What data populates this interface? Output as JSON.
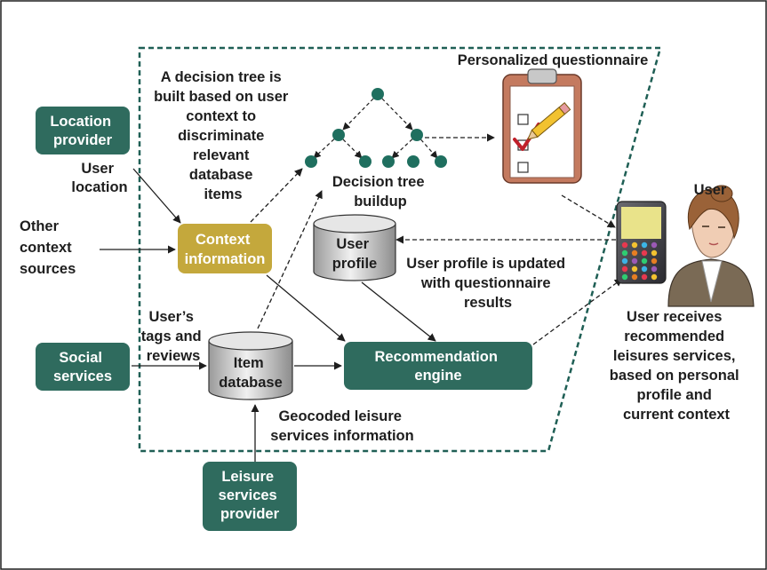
{
  "colors": {
    "teal": "#2f6b5e",
    "gold": "#c4a83c",
    "frame": "#1f5f55",
    "node": "#1f6f5f",
    "check": "#c0202a"
  },
  "boxes": {
    "location_provider": [
      "Location",
      "provider"
    ],
    "social_services": [
      "Social",
      "services"
    ],
    "leisure_provider": [
      "Leisure",
      "services",
      "provider"
    ],
    "context_information": [
      "Context",
      "information"
    ],
    "recommendation_engine": [
      "Recommendation",
      "engine"
    ]
  },
  "databases": {
    "user_profile": [
      "User",
      "profile"
    ],
    "item_database": [
      "Item",
      "database"
    ]
  },
  "labels": {
    "user_location": [
      "User",
      "location"
    ],
    "other_context": [
      "Other",
      "context",
      "sources"
    ],
    "decision_tree_note": [
      "A decision tree is",
      "built based on user",
      "context to",
      "discriminate",
      "relevant",
      "database",
      "items"
    ],
    "personalized_questionnaire": "Personalized questionnaire",
    "decision_tree_buildup": [
      "Decision tree",
      "buildup"
    ],
    "profile_updated": [
      "User profile is updated",
      "with questionnaire",
      "results"
    ],
    "tags_reviews": [
      "User’s",
      "tags and",
      "reviews"
    ],
    "geocoded": [
      "Geocoded leisure",
      "services information"
    ],
    "user": "User",
    "user_receives": [
      "User receives",
      "recommended",
      "leisures services,",
      "based on personal",
      "profile and",
      "current context"
    ]
  },
  "icons": [
    "clipboard-questionnaire-icon",
    "mobile-phone-icon",
    "user-woman-icon",
    "database-cylinder-icon"
  ]
}
